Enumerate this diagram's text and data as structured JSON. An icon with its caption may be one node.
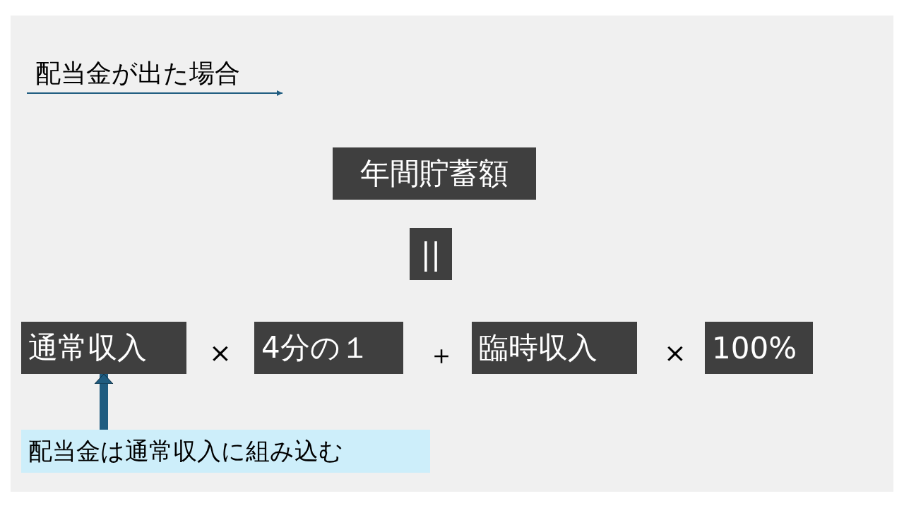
{
  "diagram": {
    "title": "配当金が出た場合",
    "nodes": [
      {
        "text": [
          "年間貯蓄額"
        ]
      },
      {
        "text": [
          "||"
        ]
      },
      {
        "text": [
          "通常収入"
        ]
      },
      {
        "text": [
          "4分の１"
        ]
      },
      {
        "text": [
          "臨時収入"
        ]
      },
      {
        "text": [
          "100%"
        ]
      },
      {
        "text": [
          "配当金は通常収入に組み込む"
        ]
      }
    ],
    "edges": [
      {
        "from": 6,
        "to": 2,
        "arrow": "to"
      }
    ],
    "labels": [
      "×",
      "＋",
      "×"
    ]
  }
}
